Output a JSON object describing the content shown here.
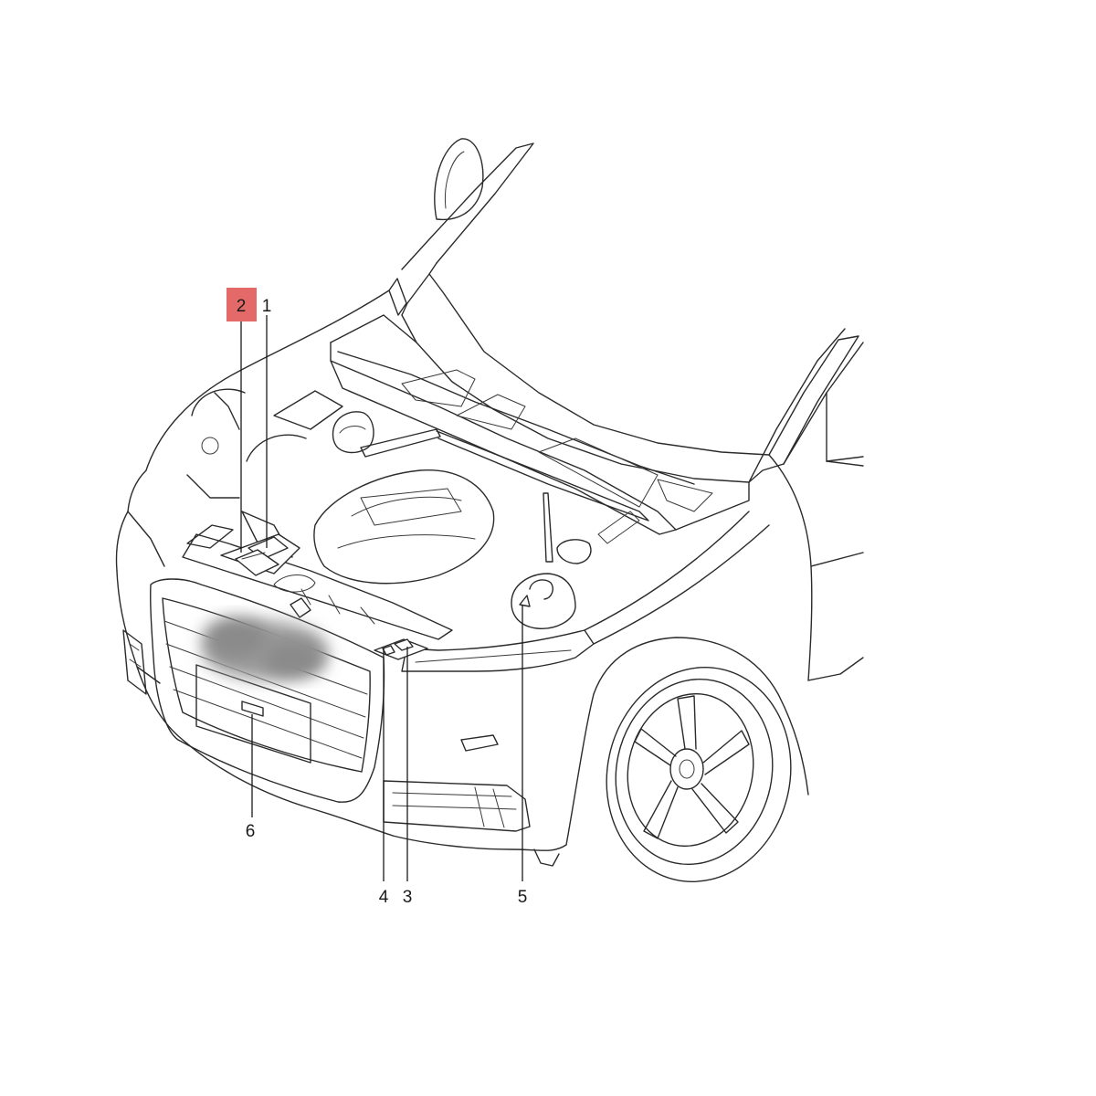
{
  "callouts": [
    {
      "id": "1",
      "label": "1",
      "highlighted": false
    },
    {
      "id": "2",
      "label": "2",
      "highlighted": true
    },
    {
      "id": "3",
      "label": "3",
      "highlighted": false
    },
    {
      "id": "4",
      "label": "4",
      "highlighted": false
    },
    {
      "id": "5",
      "label": "5",
      "highlighted": false
    },
    {
      "id": "6",
      "label": "6",
      "highlighted": false
    }
  ],
  "colors": {
    "highlight": "#e46a6a",
    "line": "#2b2b2b",
    "background": "#ffffff"
  },
  "icons": {
    "warning_triangle": "warning-triangle-icon",
    "blurred_logo": "blurred-brand-logo"
  }
}
